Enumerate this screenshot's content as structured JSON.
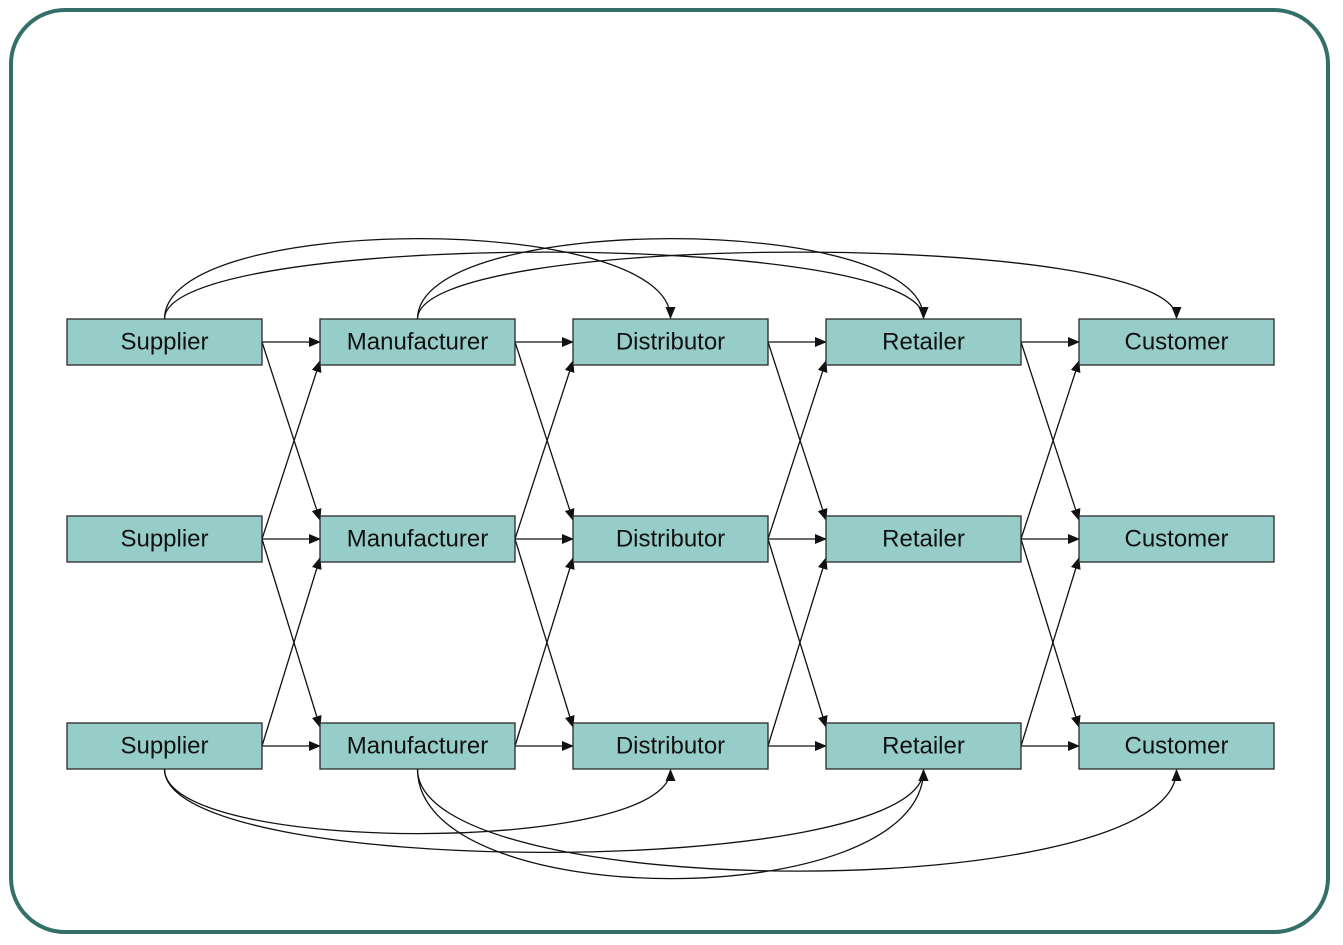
{
  "diagram": {
    "title": "Supply chain network",
    "colors": {
      "frame": "#346f6a",
      "node_fill": "#96cdc9",
      "node_stroke": "#2a2a2a",
      "edge": "#111111"
    },
    "stages": [
      "Supplier",
      "Manufacturer",
      "Distributor",
      "Retailer",
      "Customer"
    ],
    "rows": 3,
    "nodes": [
      {
        "id": "s1",
        "stage": 0,
        "row": 0,
        "label": "Supplier"
      },
      {
        "id": "s2",
        "stage": 0,
        "row": 1,
        "label": "Supplier"
      },
      {
        "id": "s3",
        "stage": 0,
        "row": 2,
        "label": "Supplier"
      },
      {
        "id": "m1",
        "stage": 1,
        "row": 0,
        "label": "Manufacturer"
      },
      {
        "id": "m2",
        "stage": 1,
        "row": 1,
        "label": "Manufacturer"
      },
      {
        "id": "m3",
        "stage": 1,
        "row": 2,
        "label": "Manufacturer"
      },
      {
        "id": "d1",
        "stage": 2,
        "row": 0,
        "label": "Distributor"
      },
      {
        "id": "d2",
        "stage": 2,
        "row": 1,
        "label": "Distributor"
      },
      {
        "id": "d3",
        "stage": 2,
        "row": 2,
        "label": "Distributor"
      },
      {
        "id": "r1",
        "stage": 3,
        "row": 0,
        "label": "Retailer"
      },
      {
        "id": "r2",
        "stage": 3,
        "row": 1,
        "label": "Retailer"
      },
      {
        "id": "r3",
        "stage": 3,
        "row": 2,
        "label": "Retailer"
      },
      {
        "id": "c1",
        "stage": 4,
        "row": 0,
        "label": "Customer"
      },
      {
        "id": "c2",
        "stage": 4,
        "row": 1,
        "label": "Customer"
      },
      {
        "id": "c3",
        "stage": 4,
        "row": 2,
        "label": "Customer"
      }
    ],
    "edges_adjacent": [
      [
        "s1",
        "m1"
      ],
      [
        "s1",
        "m2"
      ],
      [
        "s2",
        "m1"
      ],
      [
        "s2",
        "m2"
      ],
      [
        "s2",
        "m3"
      ],
      [
        "s3",
        "m2"
      ],
      [
        "s3",
        "m3"
      ],
      [
        "m1",
        "d1"
      ],
      [
        "m1",
        "d2"
      ],
      [
        "m2",
        "d1"
      ],
      [
        "m2",
        "d2"
      ],
      [
        "m2",
        "d3"
      ],
      [
        "m3",
        "d2"
      ],
      [
        "m3",
        "d3"
      ],
      [
        "d1",
        "r1"
      ],
      [
        "d1",
        "r2"
      ],
      [
        "d2",
        "r1"
      ],
      [
        "d2",
        "r2"
      ],
      [
        "d2",
        "r3"
      ],
      [
        "d3",
        "r2"
      ],
      [
        "d3",
        "r3"
      ],
      [
        "r1",
        "c1"
      ],
      [
        "r1",
        "c2"
      ],
      [
        "r2",
        "c1"
      ],
      [
        "r2",
        "c2"
      ],
      [
        "r2",
        "c3"
      ],
      [
        "r3",
        "c2"
      ],
      [
        "r3",
        "c3"
      ]
    ],
    "edges_skip_top": [
      [
        "s1",
        "d1"
      ],
      [
        "s1",
        "r1"
      ],
      [
        "m1",
        "r1"
      ],
      [
        "m1",
        "c1"
      ]
    ],
    "edges_skip_bottom": [
      [
        "s3",
        "d3"
      ],
      [
        "s3",
        "r3"
      ],
      [
        "m3",
        "r3"
      ],
      [
        "m3",
        "c3"
      ]
    ]
  }
}
